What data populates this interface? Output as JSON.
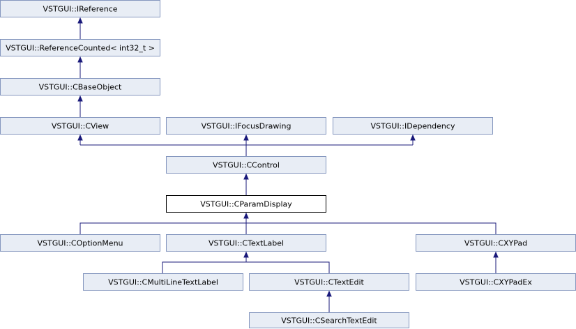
{
  "diagram": {
    "nodes": [
      {
        "id": "ireference",
        "label": "VSTGUI::IReference"
      },
      {
        "id": "refcounted",
        "label": "VSTGUI::ReferenceCounted< int32_t >"
      },
      {
        "id": "cbaseobject",
        "label": "VSTGUI::CBaseObject"
      },
      {
        "id": "cview",
        "label": "VSTGUI::CView"
      },
      {
        "id": "ifocusdrawing",
        "label": "VSTGUI::IFocusDrawing"
      },
      {
        "id": "idependency",
        "label": "VSTGUI::IDependency"
      },
      {
        "id": "ccontrol",
        "label": "VSTGUI::CControl"
      },
      {
        "id": "cparamdisplay",
        "label": "VSTGUI::CParamDisplay"
      },
      {
        "id": "coptionmenu",
        "label": "VSTGUI::COptionMenu"
      },
      {
        "id": "ctextlabel",
        "label": "VSTGUI::CTextLabel"
      },
      {
        "id": "cxypad",
        "label": "VSTGUI::CXYPad"
      },
      {
        "id": "cmultiline",
        "label": "VSTGUI::CMultiLineTextLabel"
      },
      {
        "id": "ctextedit",
        "label": "VSTGUI::CTextEdit"
      },
      {
        "id": "cxypadex",
        "label": "VSTGUI::CXYPadEx"
      },
      {
        "id": "csearchtextedit",
        "label": "VSTGUI::CSearchTextEdit"
      }
    ]
  }
}
